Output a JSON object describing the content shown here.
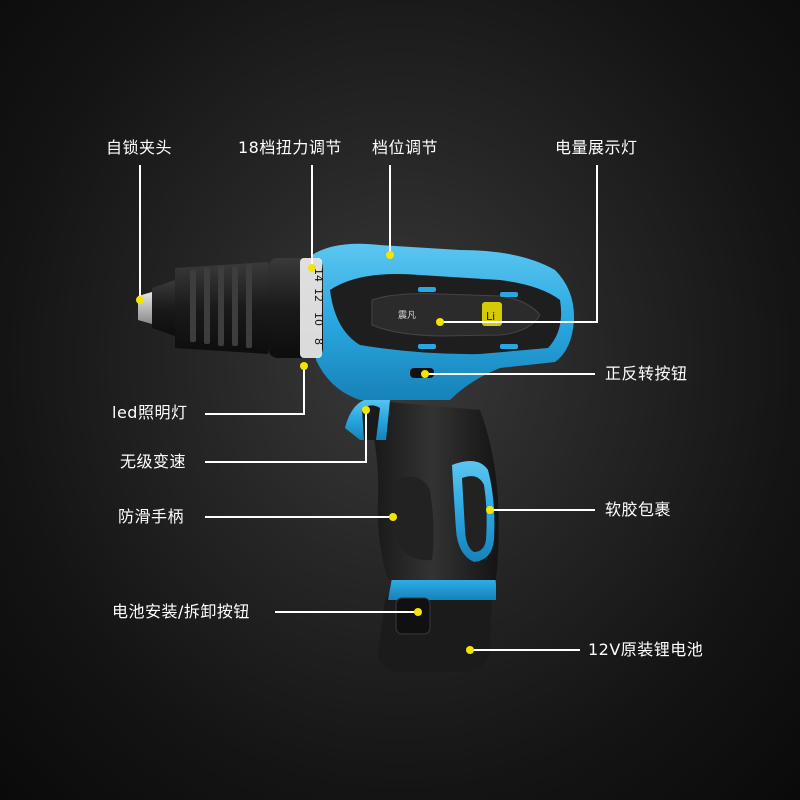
{
  "labels": {
    "chuck": "自锁夹头",
    "torque": "18档扭力调节",
    "gear": "档位调节",
    "battery_indicator": "电量展示灯",
    "reverse_button": "正反转按钮",
    "led_light": "led照明灯",
    "variable_speed": "无级变速",
    "soft_grip": "软胶包裹",
    "anti_slip_handle": "防滑手柄",
    "battery_release": "电池安装/拆卸按钮",
    "battery": "12V原装锂电池"
  },
  "product": {
    "brand_mark": "震凡",
    "battery_type": "Li",
    "torque_marks": [
      "14",
      "12",
      "10",
      "8"
    ]
  },
  "colors": {
    "body_blue": "#2aa7e0",
    "body_dark": "#1e1e1e",
    "marker_yellow": "#f2e600",
    "line_white": "#ffffff"
  }
}
